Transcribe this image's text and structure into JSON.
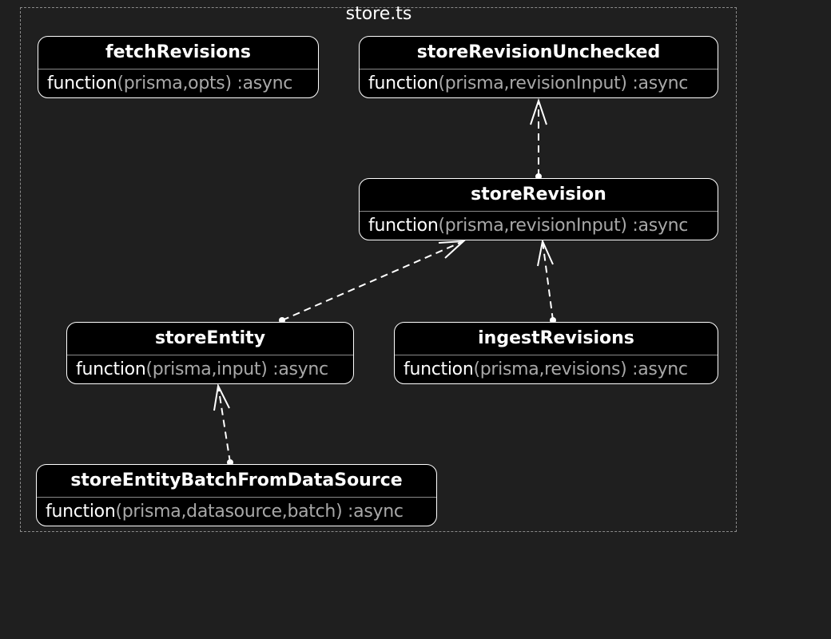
{
  "module": {
    "title": "store.ts"
  },
  "nodes": [
    {
      "id": "fetchRevisions",
      "name": "fetchRevisions",
      "kind": "function",
      "params": "(prisma,opts)",
      "modifier": " :async"
    },
    {
      "id": "storeRevisionUnchecked",
      "name": "storeRevisionUnchecked",
      "kind": "function",
      "params": "(prisma,revisionInput)",
      "modifier": " :async"
    },
    {
      "id": "storeRevision",
      "name": "storeRevision",
      "kind": "function",
      "params": "(prisma,revisionInput)",
      "modifier": " :async"
    },
    {
      "id": "storeEntity",
      "name": "storeEntity",
      "kind": "function",
      "params": "(prisma,input)",
      "modifier": " :async"
    },
    {
      "id": "ingestRevisions",
      "name": "ingestRevisions",
      "kind": "function",
      "params": "(prisma,revisions)",
      "modifier": " :async"
    },
    {
      "id": "storeEntityBatchFromDataSource",
      "name": "storeEntityBatchFromDataSource",
      "kind": "function",
      "params": "(prisma,datasource,batch)",
      "modifier": " :async"
    }
  ],
  "edges": [
    {
      "from": "storeRevision",
      "to": "storeRevisionUnchecked"
    },
    {
      "from": "storeEntity",
      "to": "storeRevision"
    },
    {
      "from": "ingestRevisions",
      "to": "storeRevision"
    },
    {
      "from": "storeEntityBatchFromDataSource",
      "to": "storeEntity"
    }
  ],
  "colors": {
    "background": "#1f1f1f",
    "node_fill": "#000000",
    "node_stroke": "#ffffff",
    "params_text": "#a8a8a8",
    "frame_border": "#8a8a8a"
  }
}
